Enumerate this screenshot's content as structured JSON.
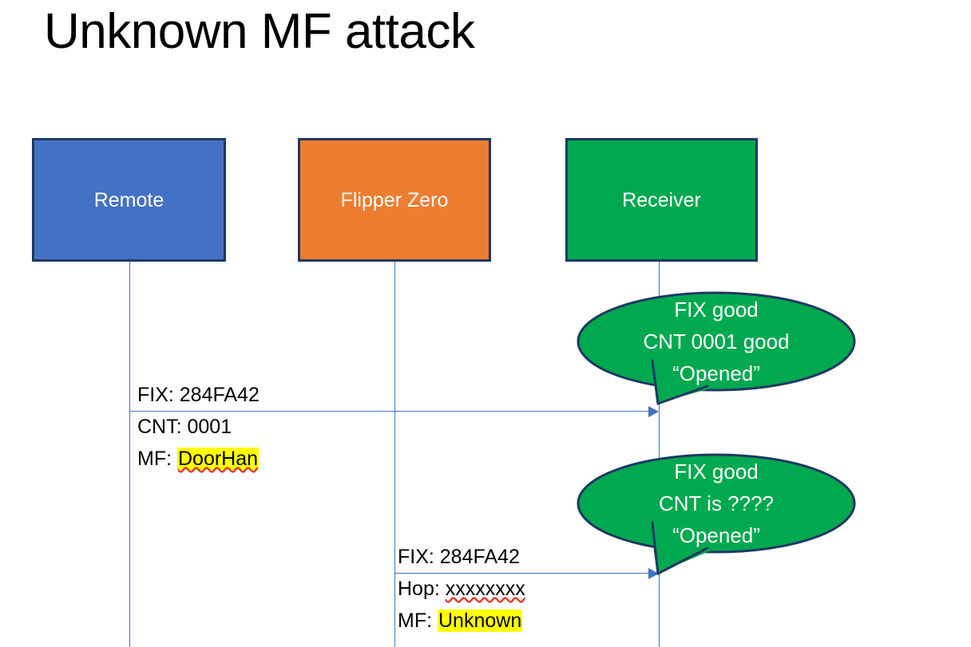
{
  "slide": {
    "title": "Unknown MF attack",
    "background_color": "#FFFFFF"
  },
  "colors": {
    "remote_fill": "#4472C4",
    "flipper_fill": "#ED7D31",
    "receiver_fill": "#00A94F",
    "box_border": "#1F3864",
    "lifeline": "#4472C4",
    "arrow": "#4472C4",
    "highlight": "#FFFF00",
    "spellcheck_underline": "#E03B2B",
    "callout_fill": "#00A94F",
    "callout_border": "#1F3864",
    "callout_text": "#FFFFFF",
    "label_text": "#000000"
  },
  "actors": [
    {
      "id": "remote",
      "label": "Remote",
      "fill": "#4472C4"
    },
    {
      "id": "flipper",
      "label": "Flipper Zero",
      "fill": "#ED7D31"
    },
    {
      "id": "receiver",
      "label": "Receiver",
      "fill": "#00A94F"
    }
  ],
  "messages": [
    {
      "id": "msg-remote-to-receiver",
      "from": "remote",
      "to": "receiver",
      "lines": [
        {
          "text": "FIX: 284FA42",
          "highlight": false,
          "spellcheck": false
        },
        {
          "text": "CNT: 0001",
          "highlight": false,
          "spellcheck": false
        }
      ],
      "mf_prefix": "MF: ",
      "mf_value": "DoorHan",
      "mf_highlighted": true,
      "mf_spellcheck": true
    },
    {
      "id": "msg-flipper-to-receiver",
      "from": "flipper",
      "to": "receiver",
      "lines": [
        {
          "text": "FIX: 284FA42",
          "highlight": false,
          "spellcheck": false
        }
      ],
      "hop_prefix": "Hop: ",
      "hop_value": "xxxxxxxx",
      "hop_spellcheck": true,
      "mf_prefix": "MF: ",
      "mf_value": "Unknown",
      "mf_highlighted": true,
      "mf_spellcheck": false
    }
  ],
  "callouts": [
    {
      "id": "callout-first",
      "lines": [
        "FIX good",
        "CNT 0001 good",
        "“Opened”"
      ]
    },
    {
      "id": "callout-second",
      "lines": [
        "FIX good",
        "CNT is ????",
        "“Opened”"
      ]
    }
  ]
}
